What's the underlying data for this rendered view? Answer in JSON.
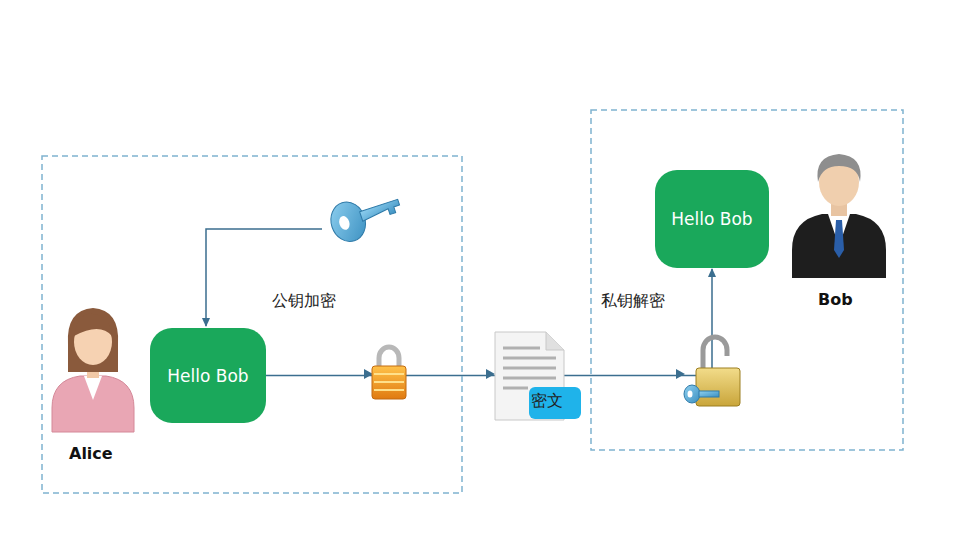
{
  "diagram": {
    "nodes": [
      {
        "text": [
          "Hello Bob"
        ]
      },
      {
        "text": [
          "Hello Bob"
        ]
      }
    ],
    "edges": [
      {
        "from": 0,
        "to": 1,
        "arrow": "to"
      }
    ],
    "labels": [
      "公钥加密",
      "Alice",
      "密文",
      "私钥解密",
      "Bob"
    ]
  }
}
